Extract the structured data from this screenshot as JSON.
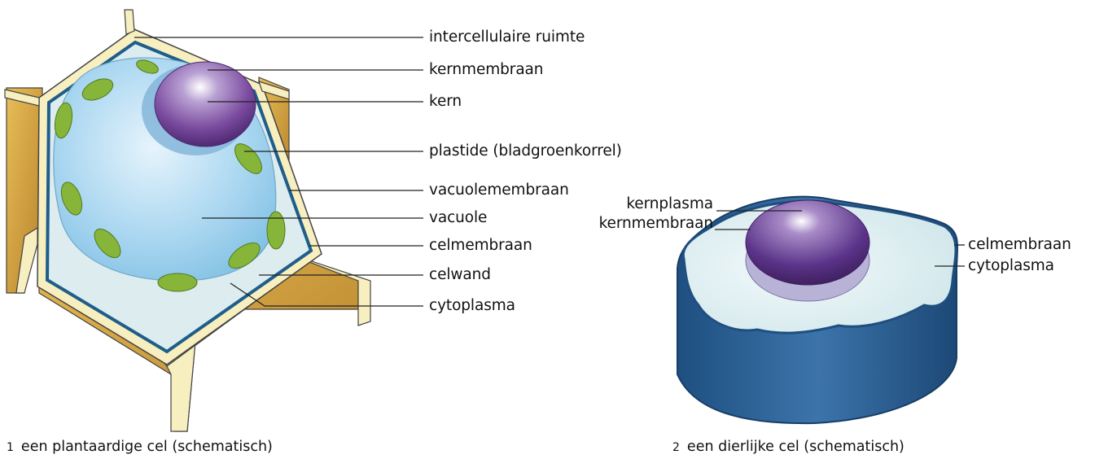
{
  "plant_cell": {
    "labels": {
      "intercellular_space": "intercellulaire ruimte",
      "nuclear_membrane": "kernmembraan",
      "nucleus": "kern",
      "plastid": "plastide (bladgroenkorrel)",
      "vacuole_membrane": "vacuolemembraan",
      "vacuole": "vacuole",
      "cell_membrane": "celmembraan",
      "cell_wall": "celwand",
      "cytoplasm": "cytoplasma"
    },
    "caption_number": "1",
    "caption_text": "een plantaardige cel (schematisch)"
  },
  "animal_cell": {
    "labels": {
      "nucleoplasm": "kernplasma",
      "nuclear_membrane": "kernmembraan",
      "cell_membrane": "celmembraan",
      "cytoplasm": "cytoplasma"
    },
    "caption_number": "2",
    "caption_text": "een dierlijke cel (schematisch)"
  },
  "colors": {
    "cell_wall": "#f7efbf",
    "wall_side": "#d5a440",
    "vacuole": "#a9d6f0",
    "nucleus": "#7a4a9e",
    "chloroplast": "#86b53a",
    "membrane": "#1f5d8a",
    "animal_body": "#2f6498",
    "animal_cytoplasm": "#d9ecee"
  }
}
